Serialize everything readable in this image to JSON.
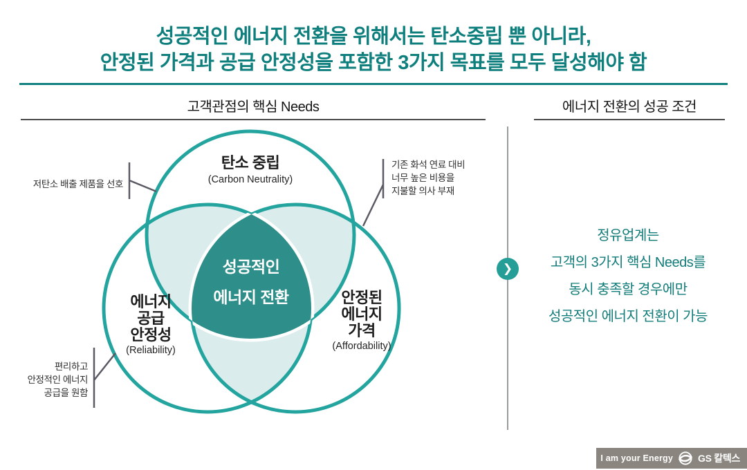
{
  "title": {
    "line1": "성공적인 에너지 전환을 위해서는 탄소중립 뿐 아니라,",
    "line2": "안정된 가격과 공급 안정성을 포함한 3가지 목표를 모두 달성해야 함"
  },
  "sections": {
    "left_header": "고객관점의 핵심 Needs",
    "right_header": "에너지 전환의 성공 조건"
  },
  "venn": {
    "top_circle": {
      "label": "탄소 중립",
      "sublabel": "(Carbon Neutrality)"
    },
    "left_circle": {
      "label_line1": "에너지",
      "label_line2": "공급",
      "label_line3": "안정성",
      "sublabel": "(Reliability)"
    },
    "right_circle": {
      "label_line1": "안정된",
      "label_line2": "에너지",
      "label_line3": "가격",
      "sublabel": "(Affordability)"
    },
    "center": {
      "line1": "성공적인",
      "line2": "에너지 전환"
    },
    "annotations": {
      "carbon": "저탄소 배출 제품을 선호",
      "price_line1": "기존 화석 연료 대비",
      "price_line2": "너무 높은 비용을",
      "price_line3": "지불할 의사 부재",
      "supply_line1": "편리하고",
      "supply_line2": "안정적인 에너지",
      "supply_line3": "공급을 원함"
    }
  },
  "right_panel": {
    "line1": "정유업계는",
    "line2": "고객의 3가지 핵심 Needs를",
    "line3": "동시 충족할 경우에만",
    "line4": "성공적인 에너지 전환이 가능"
  },
  "footer": {
    "slogan": "I am your Energy",
    "brand": "GS 칼텍스"
  },
  "icons": {
    "chevron_right": "❯"
  },
  "colors": {
    "title_teal": "#0f7f7e",
    "circle_stroke": "#23a49e",
    "overlap_fill": "#dbecec",
    "center_fill": "#2e8f8a",
    "panel_text": "#127c7a",
    "divider_gray": "#979b9b",
    "footer_bg": "#8a857f"
  }
}
